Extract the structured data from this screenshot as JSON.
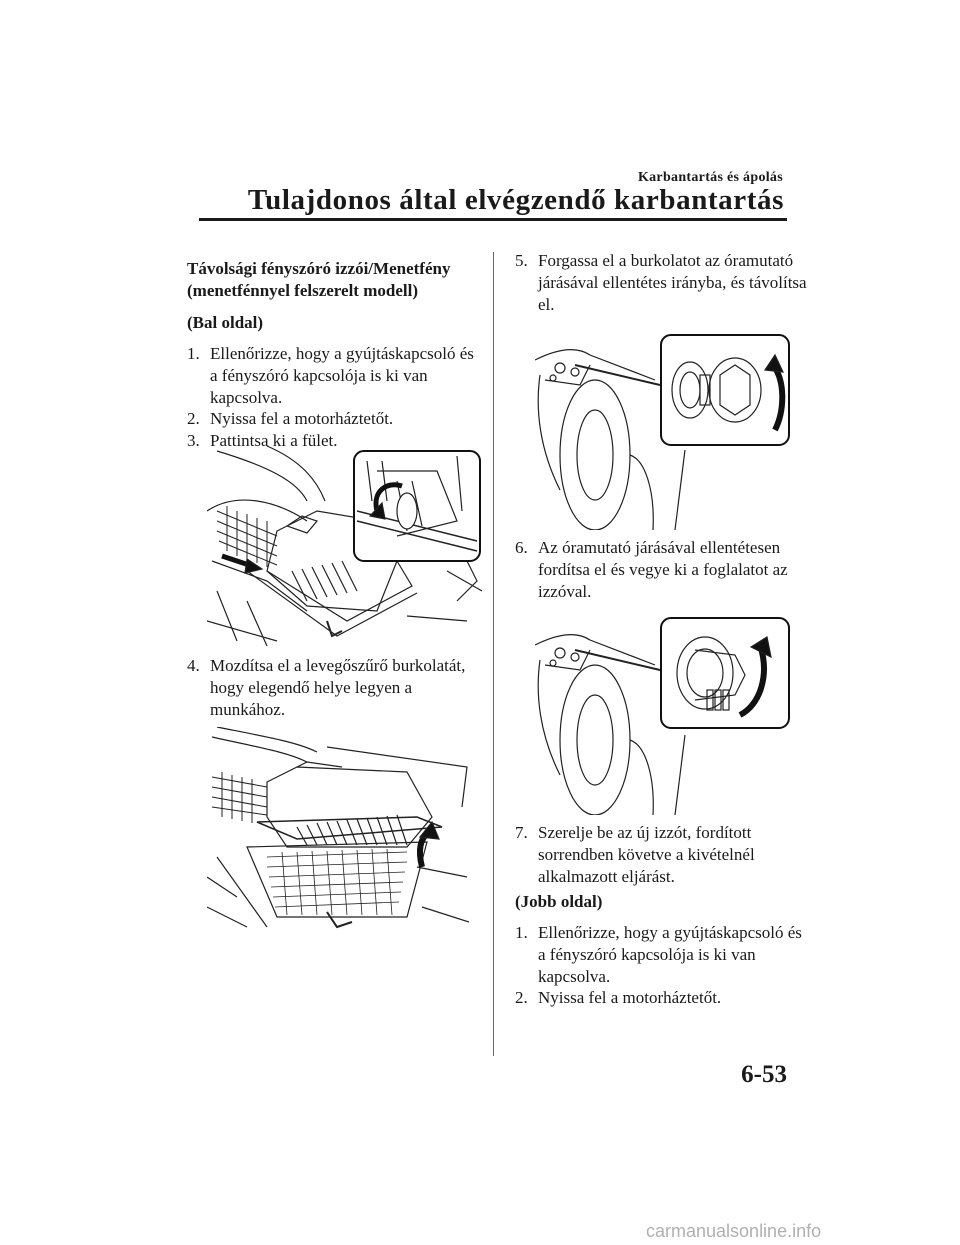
{
  "header": {
    "section": "Karbantartás és ápolás",
    "title": "Tulajdonos által elvégzendő karbantartás"
  },
  "left": {
    "heading_line1": "Távolsági fényszóró izzói/Menetfény",
    "heading_line2": "(menetfénnyel felszerelt modell)",
    "side": "(Bal oldal)",
    "steps": [
      {
        "num": "1.",
        "lines": [
          "Ellenőrizze, hogy a gyújtáskapcsoló és",
          "a fényszóró kapcsolója is ki van",
          "kapcsolva."
        ]
      },
      {
        "num": "2.",
        "lines": [
          "Nyissa fel a motorháztetőt."
        ]
      },
      {
        "num": "3.",
        "lines": [
          "Pattintsa ki a fület."
        ]
      },
      {
        "num": "4.",
        "lines": [
          "Mozdítsa el a levegőszűrő burkolatát,",
          "hogy elegendő helye legyen a",
          "munkához."
        ]
      }
    ]
  },
  "right": {
    "steps": [
      {
        "num": "5.",
        "lines": [
          "Forgassa el a burkolatot az óramutató",
          "járásával ellentétes irányba, és távolítsa",
          "el."
        ]
      },
      {
        "num": "6.",
        "lines": [
          "Az óramutató járásával ellentétesen",
          "fordítsa el és vegye ki a foglalatot az",
          "izzóval."
        ]
      },
      {
        "num": "7.",
        "lines": [
          "Szerelje be az új izzót, fordított",
          "sorrendben követve a kivételnél",
          "alkalmazott eljárást."
        ]
      }
    ],
    "side": "(Jobb oldal)",
    "steps2": [
      {
        "num": "1.",
        "lines": [
          "Ellenőrizze, hogy a gyújtáskapcsoló és",
          "a fényszóró kapcsolója is ki van",
          "kapcsolva."
        ]
      },
      {
        "num": "2.",
        "lines": [
          "Nyissa fel a motorháztetőt."
        ]
      }
    ]
  },
  "page_number": "6-53",
  "watermark": "carmanualsonline.info"
}
